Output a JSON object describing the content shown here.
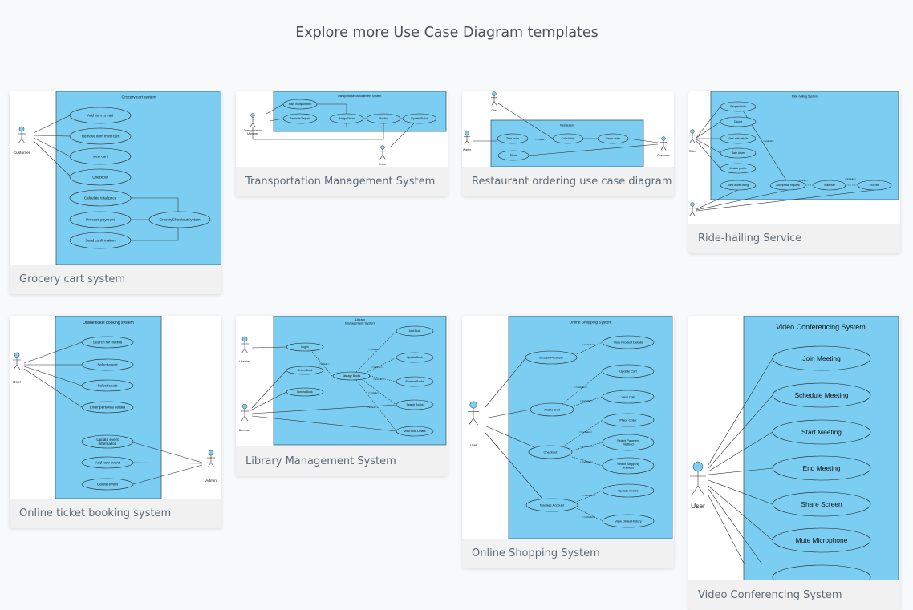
{
  "page": {
    "heading": "Explore more Use Case Diagram templates"
  },
  "colors": {
    "system_fill": "#7ccdf2",
    "system_stroke": "#3a5a70",
    "actor_head": "#7ccdf2",
    "caption_bg": "#f1f1f1",
    "caption_text": "#5d6b78"
  },
  "templates": [
    {
      "caption": "Grocery cart system",
      "system_title": "Grocery cart system",
      "actors": [
        "Customer"
      ],
      "use_cases": [
        "Add item to cart",
        "Remove item from cart",
        "view cart",
        "Checkout",
        "Calculate total price",
        "Process payment",
        "Send confirmation",
        "GroceryCheckoutSystem"
      ]
    },
    {
      "caption": "Transportation Management System",
      "system_title": "Transportation Management System",
      "actors": [
        "Transportation\nManager",
        "Driver"
      ],
      "use_cases": [
        "Plan Transportation",
        "Generate Reports",
        "Assign Driver",
        "Monitor",
        "Update Status"
      ]
    },
    {
      "caption": "Restaurant ordering use case diagram",
      "system_title": "Restaurant",
      "actors": [
        "Chef",
        "Waiter",
        "Customer"
      ],
      "use_cases": [
        "Take order",
        "Calculation",
        "Serve order",
        "Place"
      ],
      "relation_labels": [
        "<<include>>"
      ]
    },
    {
      "caption": "Ride-hailing Service",
      "system_title": "Ride-hailing System",
      "actors": [
        "Rider",
        ""
      ],
      "use_cases": [
        "Request ride",
        "Cancel",
        "View ride details",
        "Rate driver",
        "Update profile",
        "View driver rating",
        "Accept ride request",
        "Start ride",
        "End ride"
      ],
      "relation_labels": [
        "<<extend>>",
        "<<include>>",
        "<<include>>"
      ]
    },
    {
      "caption": "Online ticket booking system",
      "system_title": "Online ticket booking system",
      "actors": [
        "User",
        "Admin"
      ],
      "use_cases": [
        "Search for events",
        "Select event",
        "Select seats",
        "Enter personal details",
        "Update event\ninformation",
        "Add new event",
        "Delete event"
      ]
    },
    {
      "caption": "Library Management System",
      "system_title": "Library\nManagement System",
      "actors": [
        "Librarian",
        "Borrower"
      ],
      "use_cases": [
        "Log in",
        "Return Book",
        "Borrow Book",
        "Manage Books",
        "Add Book",
        "Update Book",
        "Remove Books",
        "Search Books",
        "View Book Details"
      ],
      "relation_labels": [
        "<<include>>",
        "<<include>>",
        "<<include>>",
        "<<include>>",
        "<<include>>",
        "<<include>>"
      ]
    },
    {
      "caption": "Online Shopping System",
      "system_title": "Online Shopping System",
      "actors": [
        "User"
      ],
      "use_cases": [
        "Search Products",
        "Add to Cart",
        "Checkout",
        "Manage Account",
        "View Product Details",
        "Update Cart",
        "View Cart",
        "Place Order",
        "Select Payment\nMethod",
        "Select Shipping\nAddress",
        "Update Profile",
        "View Order History"
      ],
      "relation_labels": [
        "<<include>>",
        "<<include>>",
        "<<include>>",
        "<<include>>",
        "<<include>>",
        "<<include>>",
        "<<include>>",
        "<<include>>"
      ]
    },
    {
      "caption": "Video Conferencing System",
      "system_title": "Video Conferencing System",
      "actors": [
        "User"
      ],
      "use_cases": [
        "Join Meeting",
        "Schedule Meeting",
        "Start Meeting",
        "End Meeting",
        "Share Screen",
        "Mute Microphone",
        ""
      ]
    }
  ]
}
